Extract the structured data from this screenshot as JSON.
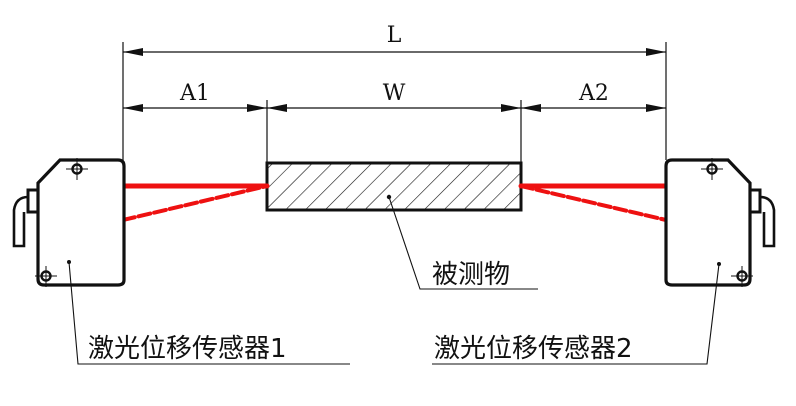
{
  "diagram": {
    "title": "Laser displacement sensor thickness measurement setup",
    "dimensions": {
      "total_label": "L",
      "gap_left_label": "A1",
      "width_label": "W",
      "gap_right_label": "A2"
    },
    "labels": {
      "object": "被测物",
      "sensor_left": "激光位移传感器1",
      "sensor_right": "激光位移传感器2"
    },
    "colors": {
      "laser": "#ee1111",
      "line": "#111111"
    }
  }
}
